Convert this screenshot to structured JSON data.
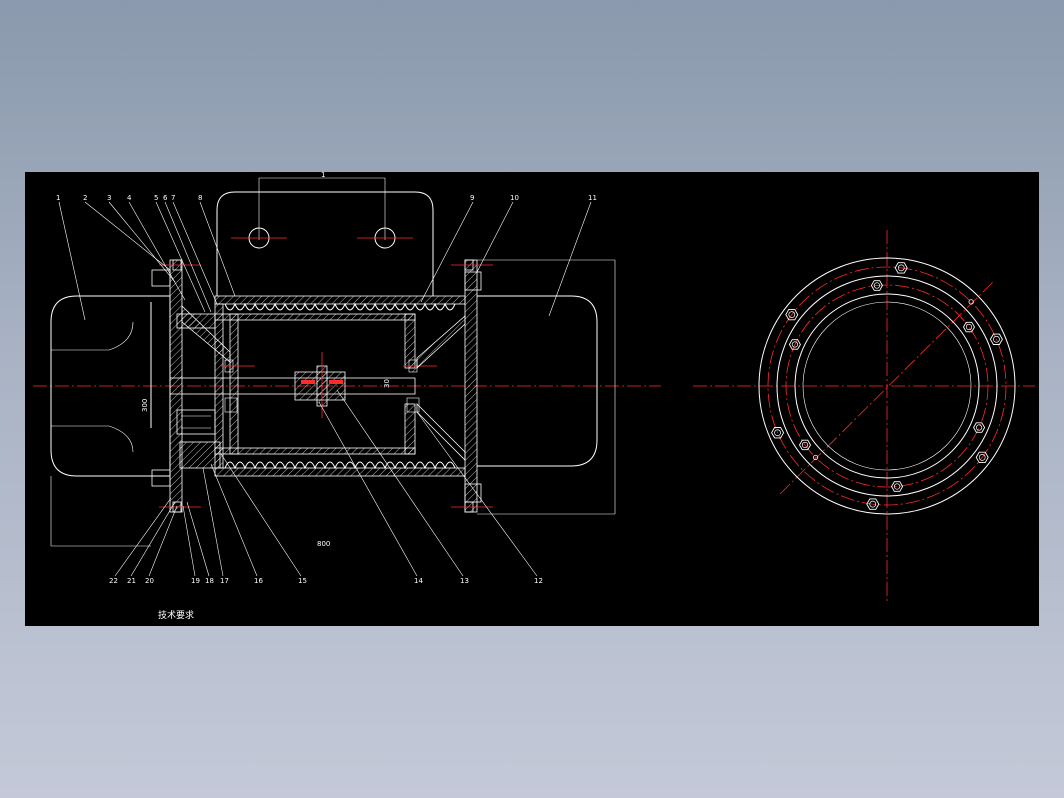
{
  "colors": {
    "background_top": "#8a99ad",
    "background_bottom": "#c4c9d8",
    "canvas": "#000000",
    "line": "#ffffff",
    "centerline": "#ff2a2a",
    "hatch": "#ffffff"
  },
  "drawing": {
    "top_labels": [
      "1",
      "2",
      "3",
      "4",
      "5",
      "6",
      "7",
      "8",
      "9",
      "10",
      "11"
    ],
    "bottom_labels": [
      "22",
      "21",
      "20",
      "19",
      "18",
      "17",
      "16",
      "15",
      "14",
      "13",
      "12"
    ],
    "dim_top": "1",
    "dim_left": "300",
    "dim_bottom": "800",
    "dim_shaft": "30",
    "note": "技术要求"
  },
  "icons": {
    "bolt": "hex-bolt-icon",
    "coupling": "coupling-icon"
  }
}
